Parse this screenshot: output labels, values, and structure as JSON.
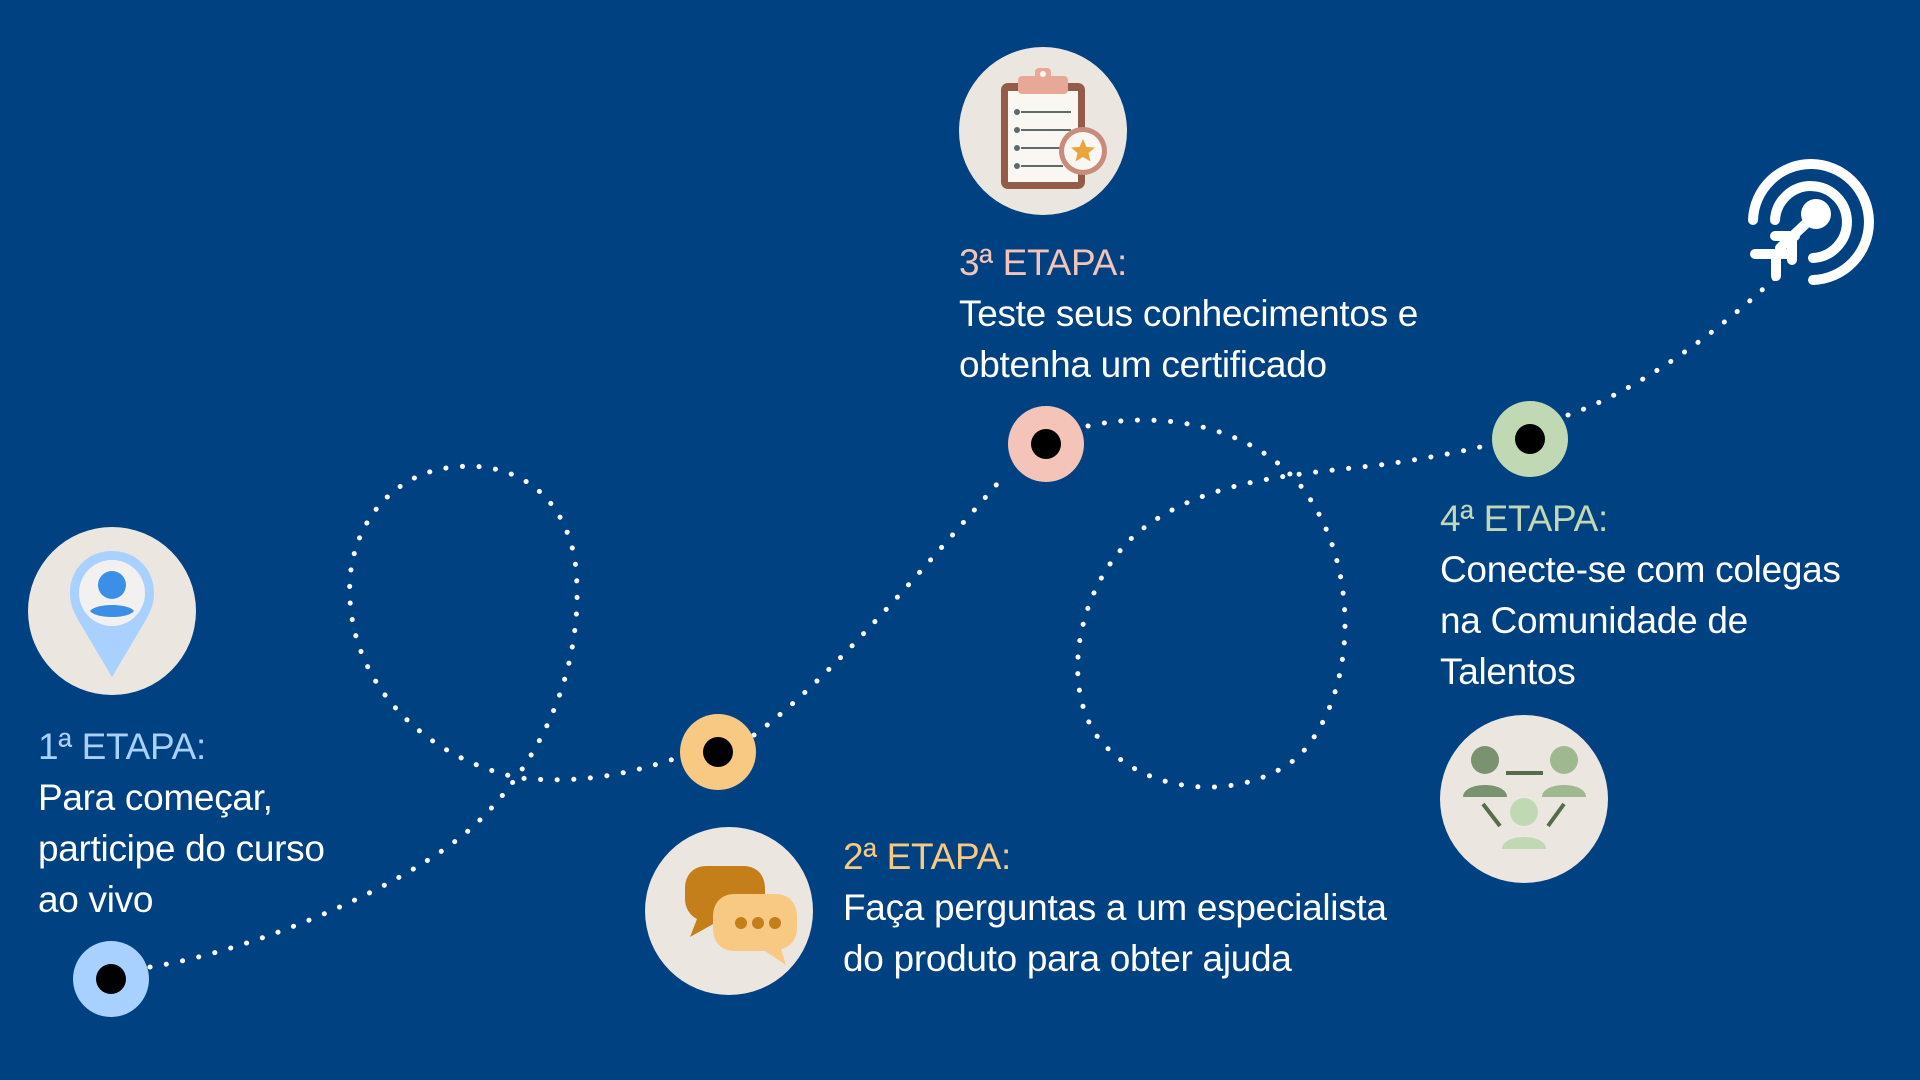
{
  "colors": {
    "background": "#004182",
    "path_dots": "#ffffff",
    "icon_circle_bg": "#ebe6e0",
    "marker_core": "#000000"
  },
  "steps": [
    {
      "header": "1ª ETAPA:",
      "lines": [
        "Para começar,",
        "participe do curso",
        "ao vivo"
      ],
      "accent": "#a8d1ff",
      "icon": "location-pin-person-icon"
    },
    {
      "header": "2ª ETAPA:",
      "lines": [
        "Faça perguntas a um especialista",
        "do produto para obter ajuda"
      ],
      "accent": "#f7c982",
      "icon": "chat-bubbles-icon"
    },
    {
      "header": "3ª ETAPA:",
      "lines": [
        "Teste seus conhecimentos e",
        "obtenha um certificado"
      ],
      "accent": "#f4c4b8",
      "icon": "clipboard-certificate-icon"
    },
    {
      "header": "4ª ETAPA:",
      "lines": [
        "Conecte-se com colegas",
        "na Comunidade de",
        "Talentos"
      ],
      "accent": "#c0d9b4",
      "icon": "community-network-icon"
    }
  ],
  "goal": {
    "icon": "target-arrow-icon",
    "color": "#ffffff"
  }
}
